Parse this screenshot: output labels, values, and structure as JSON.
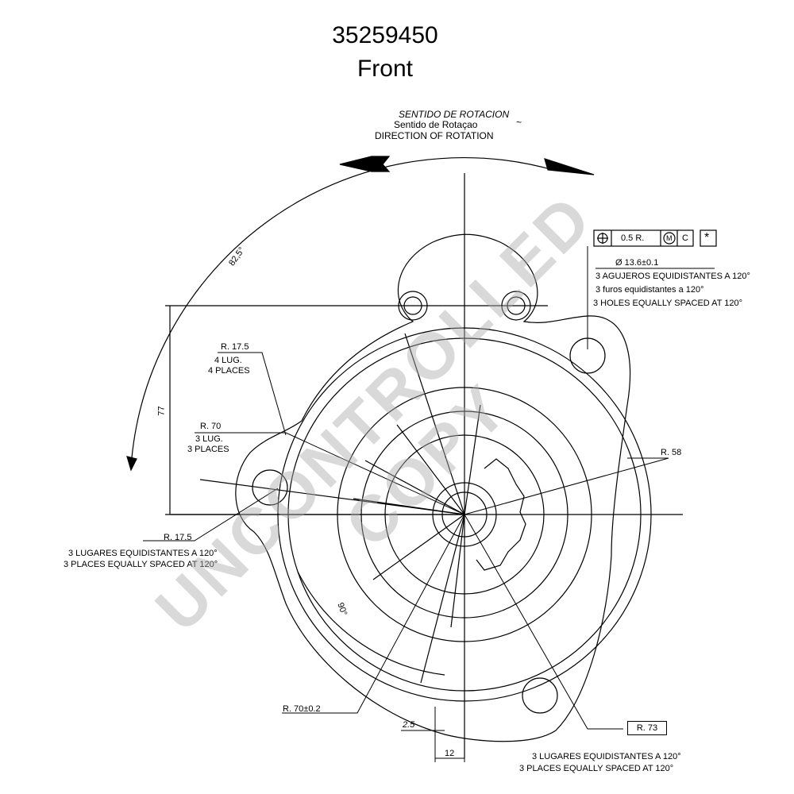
{
  "header": {
    "part_number": "35259450",
    "view": "Front"
  },
  "rotation": {
    "es": "SENTIDO   DE  ROTACION",
    "es_tilde": "~",
    "pt": "Sentido de Rotaçao",
    "en": "DIRECTION OF ROTATION"
  },
  "dimensions": {
    "angle_82_5": "82,5°",
    "height_77": "77",
    "r17_5_top": "R. 17.5",
    "lug4_es": "4 LUG.",
    "places4_en": "4 PLACES",
    "r70": "R. 70",
    "lug3_es": "3 LUG.",
    "places3_en": "3 PLACES",
    "r17_5_bottom": "R. 17.5",
    "bottom_left_es": "3 LUGARES EQUIDISTANTES A 120°",
    "bottom_left_en": "3 PLACES EQUALLY SPACED AT 120°",
    "angle_90": "90°",
    "r70_tol": "R. 70±0.2",
    "dim_2_5": "2.5",
    "dim_12": "12",
    "r58": "R. 58",
    "r73": "R. 73",
    "bottom_right_es": "3 LUGARES EQUIDISTANTES A 120°",
    "bottom_right_en": "3 PLACES EQUALLY SPACED AT 120°"
  },
  "tolerance_frame": {
    "value": "0.5 R.",
    "modifier": "M",
    "datum": "C",
    "flag": "*"
  },
  "holes_note": {
    "diameter": "Ø 13.6±0.1",
    "es": "3 AGUJEROS EQUIDISTANTES A 120°",
    "pt": "3 furos equidistantes a 120°",
    "en": "3 HOLES EQUALLY SPACED AT 120°"
  },
  "watermark": "UNCONTROLLED COPY"
}
